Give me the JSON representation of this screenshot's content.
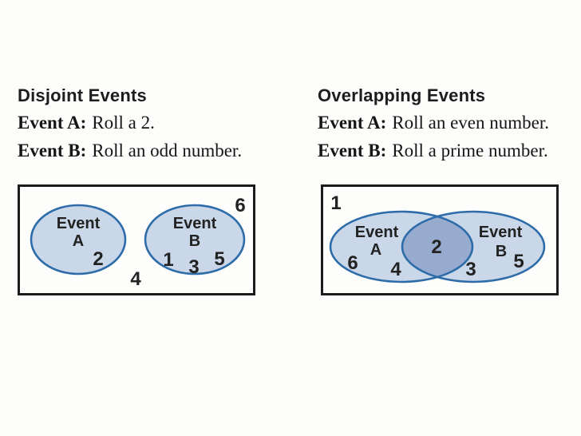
{
  "colors": {
    "background": "#fdfdfc",
    "text": "#161616",
    "box_border": "#1c1c1c",
    "box_fill": "#fdfdfc",
    "ellipse_fill": "#c9d7e9",
    "ellipse_stroke": "#2d6ca8",
    "overlap_fill": "#96abce"
  },
  "left": {
    "title": "Disjoint Events",
    "event_a": {
      "label": "Event A:",
      "text": "Roll a 2."
    },
    "event_b": {
      "label": "Event B:",
      "text": "Roll an odd number."
    },
    "diagram": {
      "set_a": {
        "name_line1": "Event",
        "name_line2": "A",
        "members": [
          "2"
        ]
      },
      "set_b": {
        "name_line1": "Event",
        "name_line2": "B",
        "members": [
          "1",
          "3",
          "5"
        ]
      },
      "outside": [
        "6",
        "4"
      ]
    }
  },
  "right": {
    "title": "Overlapping Events",
    "event_a": {
      "label": "Event A:",
      "text": "Roll an even number."
    },
    "event_b": {
      "label": "Event B:",
      "text": "Roll a prime number."
    },
    "diagram": {
      "set_a": {
        "name_line1": "Event",
        "name_line2": "A",
        "members": [
          "6",
          "4"
        ]
      },
      "set_b": {
        "name_line1": "Event",
        "name_line2": "B",
        "members": [
          "3",
          "5"
        ]
      },
      "intersection": [
        "2"
      ],
      "outside": [
        "1"
      ]
    }
  }
}
